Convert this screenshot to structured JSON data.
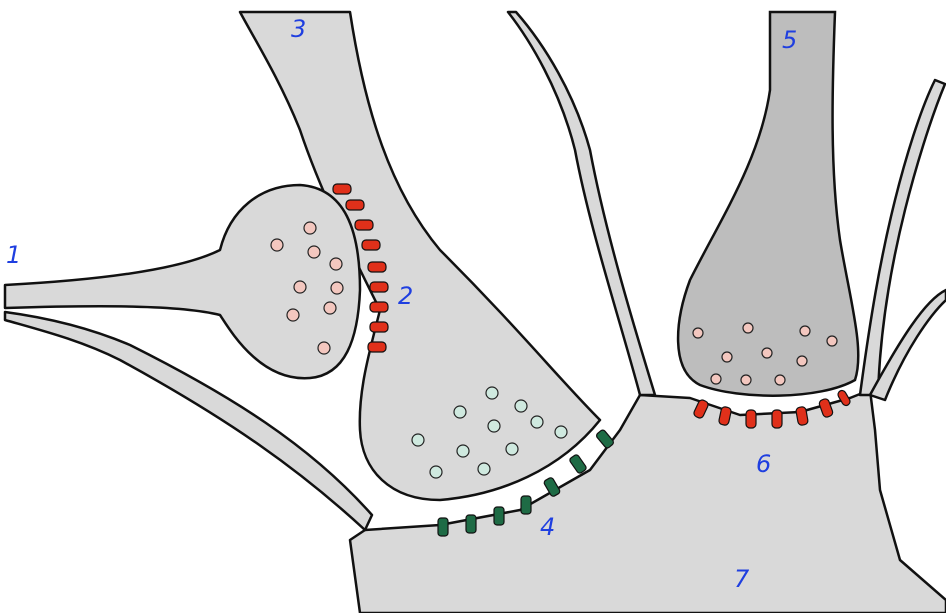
{
  "labels": [
    {
      "id": "1",
      "text": "1"
    },
    {
      "id": "2",
      "text": "2"
    },
    {
      "id": "3",
      "text": "3"
    },
    {
      "id": "4",
      "text": "4"
    },
    {
      "id": "5",
      "text": "5"
    },
    {
      "id": "6",
      "text": "6"
    },
    {
      "id": "7",
      "text": "7"
    }
  ],
  "colors": {
    "label": "#1f3fe0",
    "cell_fill": "#d9d9d9",
    "terminal_fill": "#bdbdbd",
    "red_receptor": "#e0301a",
    "green_receptor": "#1e6b45",
    "red_vesicle": "#f3c7bf",
    "green_vesicle": "#cfe9df"
  }
}
